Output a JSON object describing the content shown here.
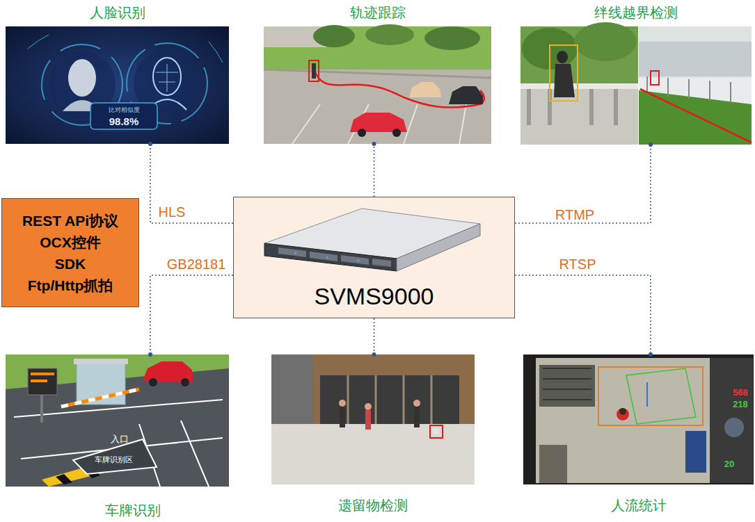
{
  "diagram": {
    "nodes": [
      {
        "text": [
          "人脸识别"
        ]
      },
      {
        "text": [
          "轨迹跟踪"
        ]
      },
      {
        "text": [
          "绊线越界检测"
        ]
      },
      {
        "text": [
          "REST APi协议",
          "OCX控件",
          "SDK",
          "Ftp/Http抓拍"
        ]
      },
      {
        "text": [
          "SVMS9000"
        ]
      },
      {
        "text": [
          "车牌识别"
        ]
      },
      {
        "text": [
          "遗留物检测"
        ]
      },
      {
        "text": [
          "人流统计"
        ]
      }
    ],
    "edges": [
      {
        "from": 4,
        "to": 0,
        "arrow": "to",
        "label": "HLS"
      },
      {
        "from": 4,
        "to": 1,
        "arrow": "to"
      },
      {
        "from": 4,
        "to": 2,
        "arrow": "to",
        "label": "RTMP"
      },
      {
        "from": 4,
        "to": 5,
        "arrow": "to",
        "label": "GB28181"
      },
      {
        "from": 4,
        "to": 6,
        "arrow": "to"
      },
      {
        "from": 4,
        "to": 7,
        "arrow": "to",
        "label": "RTSP"
      }
    ],
    "labels": [
      "比对相似度",
      "98.8%",
      "入口",
      "车牌识别区",
      "568",
      "218",
      "20"
    ]
  }
}
